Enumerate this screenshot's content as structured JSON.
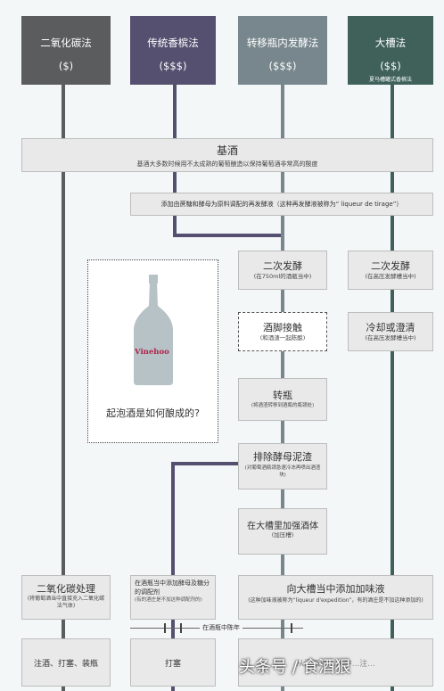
{
  "columns": [
    {
      "title": "二氧化碳法",
      "price": "($)",
      "note": "",
      "color": "#5a5c5e"
    },
    {
      "title": "传统香槟法",
      "price": "($$$)",
      "note": "",
      "color": "#555070"
    },
    {
      "title": "转移瓶内发酵法",
      "price": "($$$)",
      "note": "",
      "color": "#77878d"
    },
    {
      "title": "大槽法",
      "price": "($$)",
      "note": "夏马槽罐式香槟法",
      "color": "#3f615a"
    }
  ],
  "base_wine": {
    "title": "基酒",
    "desc": "基酒大多数时候用不太成熟的葡萄酿造以保持葡萄酒非常高的酸度"
  },
  "liqueur_tirage": "添加由蔗糖和酵母为原料调配的再发酵液（这种再发酵液被称为“ liqueur de tirage”）",
  "second_ferm_bottle": {
    "title": "二次发酵",
    "note": "(在750ml的酒瓶当中)"
  },
  "second_ferm_tank": {
    "title": "二次发酵",
    "note": "(在高压发酵槽当中)"
  },
  "lees_contact": {
    "title": "酒脚接触",
    "note": "(和酒渣一起陈酿)"
  },
  "cooling": {
    "title": "冷却或澄清",
    "note": "(在高压发酵槽当中)"
  },
  "transfer": {
    "title": "转瓶",
    "note": "(将酒渣转移到酒瓶的瓶颈处)"
  },
  "disgorge": {
    "title": "排除酵母泥渣",
    "note": "(对葡萄酒瓶颈急速冷冻再喷出酒渣块)"
  },
  "fortify": {
    "title": "在大槽里加强酒体",
    "note": "(加压槽)"
  },
  "co2_process": {
    "title": "二氧化碳处理",
    "note": "(将葡萄酒当中直接充入二氧化碳法气体)"
  },
  "dosage_bottle": {
    "text": "在酒瓶当中添加酵母及糖分的调配剂",
    "note": "(有的酒庄是不加这种调配剂的)"
  },
  "dosage_tank": {
    "title": "向大槽当中添加加味液",
    "note": "(这种加味液被称为“liqueur d'expedition”，有的酒庄是不加这种添加的)"
  },
  "aging_label": "在酒瓶中陈年",
  "bottom": [
    {
      "text": "注酒、打塞、装瓶"
    },
    {
      "text": "打塞"
    },
    {
      "text": "从酒瓶中...瓶中...注..."
    }
  ],
  "panel": {
    "brand": "Vinehoo",
    "question": "起泡酒是如何酿成的?"
  },
  "watermark": "头条号 / 食酒狠"
}
